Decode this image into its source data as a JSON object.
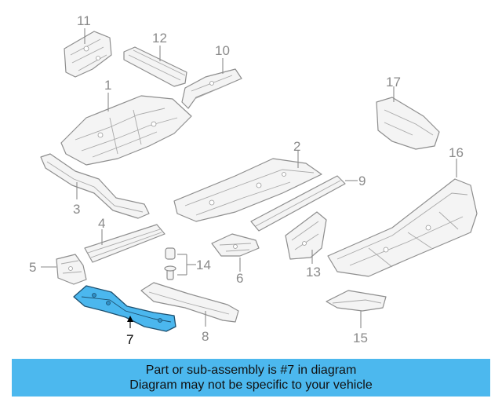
{
  "callouts": {
    "c1": "1",
    "c2": "2",
    "c3": "3",
    "c4": "4",
    "c5": "5",
    "c6": "6",
    "c7": "7",
    "c8": "8",
    "c9": "9",
    "c10": "10",
    "c11": "11",
    "c12": "12",
    "c13": "13",
    "c14": "14",
    "c15": "15",
    "c16": "16",
    "c17": "17"
  },
  "highlighted_part": "7",
  "colors": {
    "highlight": "#4bb7ee",
    "banner": "#4cb8ee"
  },
  "banner": {
    "line1": "Part or sub-assembly is #7 in diagram",
    "line2": "Diagram may not be specific to your vehicle"
  }
}
